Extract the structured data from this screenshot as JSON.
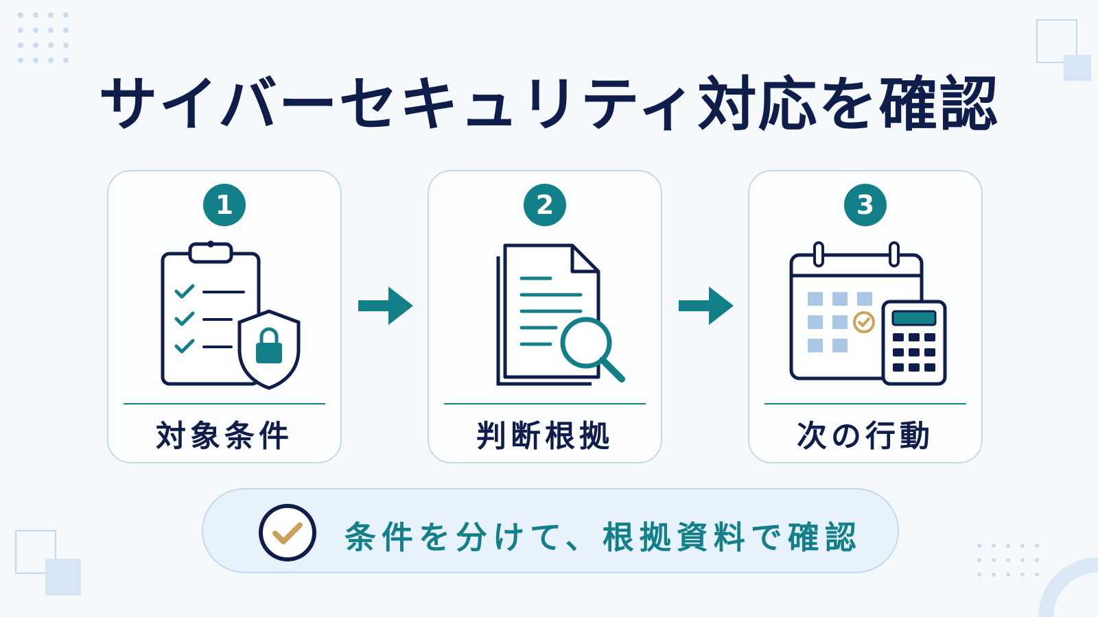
{
  "title": "サイバーセキュリティ対応を確認",
  "steps": [
    {
      "number": "1",
      "label": "対象条件",
      "icon": "clipboard-shield-icon"
    },
    {
      "number": "2",
      "label": "判断根拠",
      "icon": "document-search-icon"
    },
    {
      "number": "3",
      "label": "次の行動",
      "icon": "calendar-calculator-icon"
    }
  ],
  "summary": {
    "text": "条件を分けて、根拠資料で確認",
    "icon": "check-circle-icon"
  },
  "colors": {
    "navy": "#0f1d4a",
    "teal": "#137f88",
    "light_blue": "#a9c7e6",
    "gold": "#c9a15a"
  }
}
